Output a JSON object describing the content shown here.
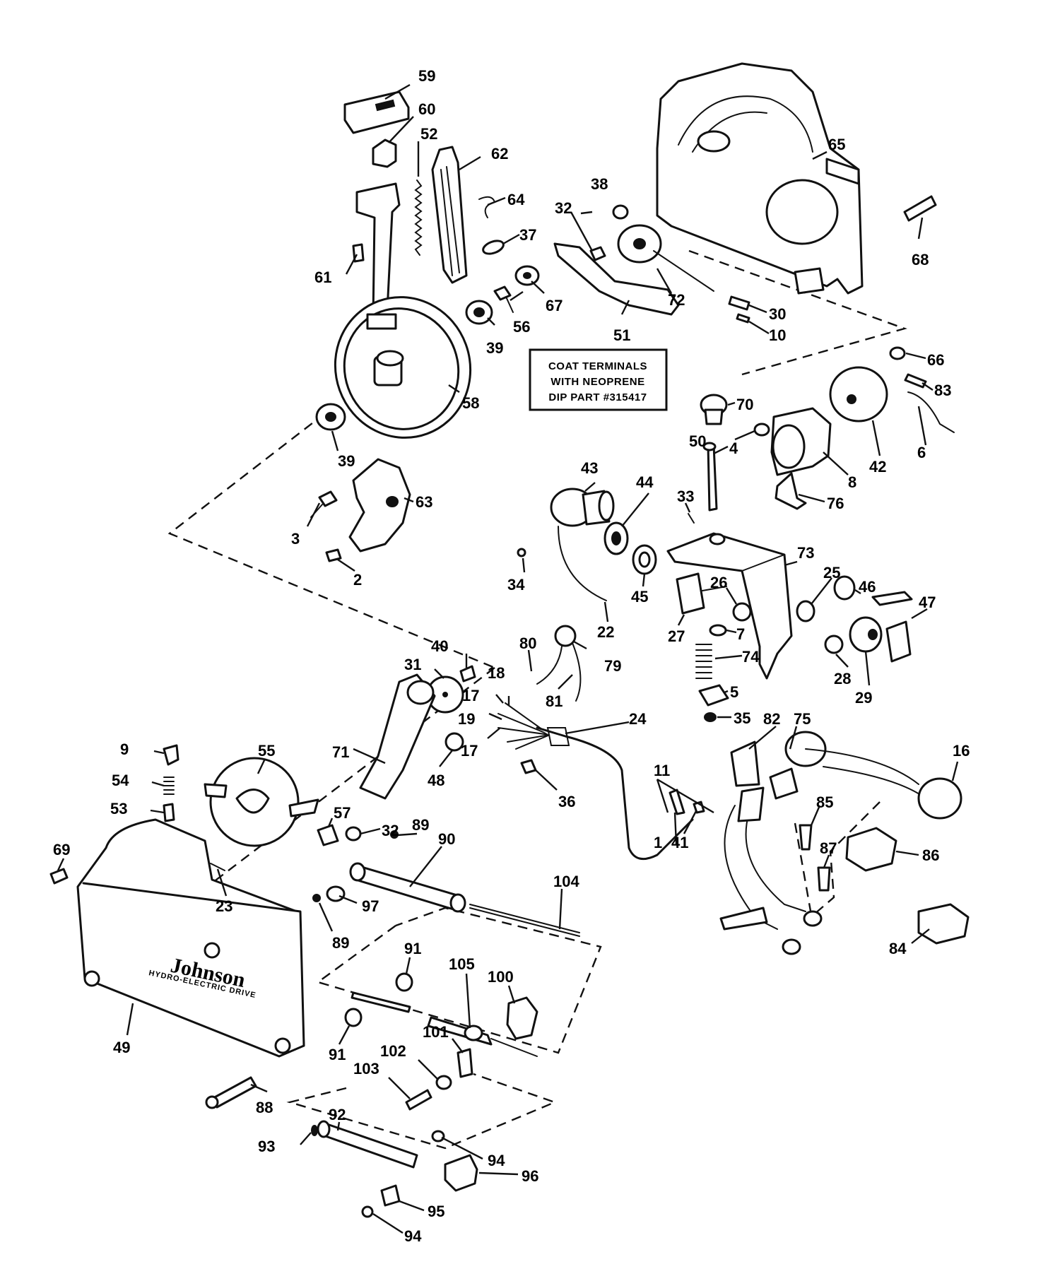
{
  "note": {
    "line1": "COAT TERMINALS",
    "line2": "WITH NEOPRENE",
    "line3": "DIP PART #315417"
  },
  "cover_plate": {
    "brand": "Johnson",
    "subtitle": "HYDRO-ELECTRIC DRIVE"
  },
  "callouts": {
    "c1": "1",
    "c2": "2",
    "c3": "3",
    "c4": "4",
    "c5": "5",
    "c6": "6",
    "c7": "7",
    "c8": "8",
    "c9": "9",
    "c10": "10",
    "c11": "11",
    "c16": "16",
    "c17a": "17",
    "c17b": "17",
    "c18": "18",
    "c19": "19",
    "c22": "22",
    "c23": "23",
    "c24": "24",
    "c25": "25",
    "c26": "26",
    "c27": "27",
    "c28": "28",
    "c29": "29",
    "c30": "30",
    "c31": "31",
    "c32a": "32",
    "c32b": "32",
    "c33": "33",
    "c34": "34",
    "c35": "35",
    "c36": "36",
    "c37": "37",
    "c38": "38",
    "c39a": "39",
    "c39b": "39",
    "c40": "40",
    "c41": "41",
    "c42": "42",
    "c43": "43",
    "c44": "44",
    "c45": "45",
    "c46": "46",
    "c47": "47",
    "c48": "48",
    "c49": "49",
    "c50": "50",
    "c51": "51",
    "c52": "52",
    "c53": "53",
    "c54": "54",
    "c55": "55",
    "c56": "56",
    "c57": "57",
    "c58": "58",
    "c59": "59",
    "c60": "60",
    "c61": "61",
    "c62": "62",
    "c63": "63",
    "c64": "64",
    "c65": "65",
    "c66": "66",
    "c67": "67",
    "c68": "68",
    "c69": "69",
    "c70": "70",
    "c71": "71",
    "c72": "72",
    "c73": "73",
    "c74": "74",
    "c75": "75",
    "c76": "76",
    "c79": "79",
    "c80": "80",
    "c81": "81",
    "c82": "82",
    "c83": "83",
    "c84": "84",
    "c85": "85",
    "c86": "86",
    "c87": "87",
    "c88": "88",
    "c89a": "89",
    "c89b": "89",
    "c90": "90",
    "c91a": "91",
    "c91b": "91",
    "c92": "92",
    "c93": "93",
    "c94a": "94",
    "c94b": "94",
    "c95": "95",
    "c96": "96",
    "c97": "97",
    "c100": "100",
    "c101": "101",
    "c102": "102",
    "c103": "103",
    "c104": "104",
    "c105": "105"
  }
}
